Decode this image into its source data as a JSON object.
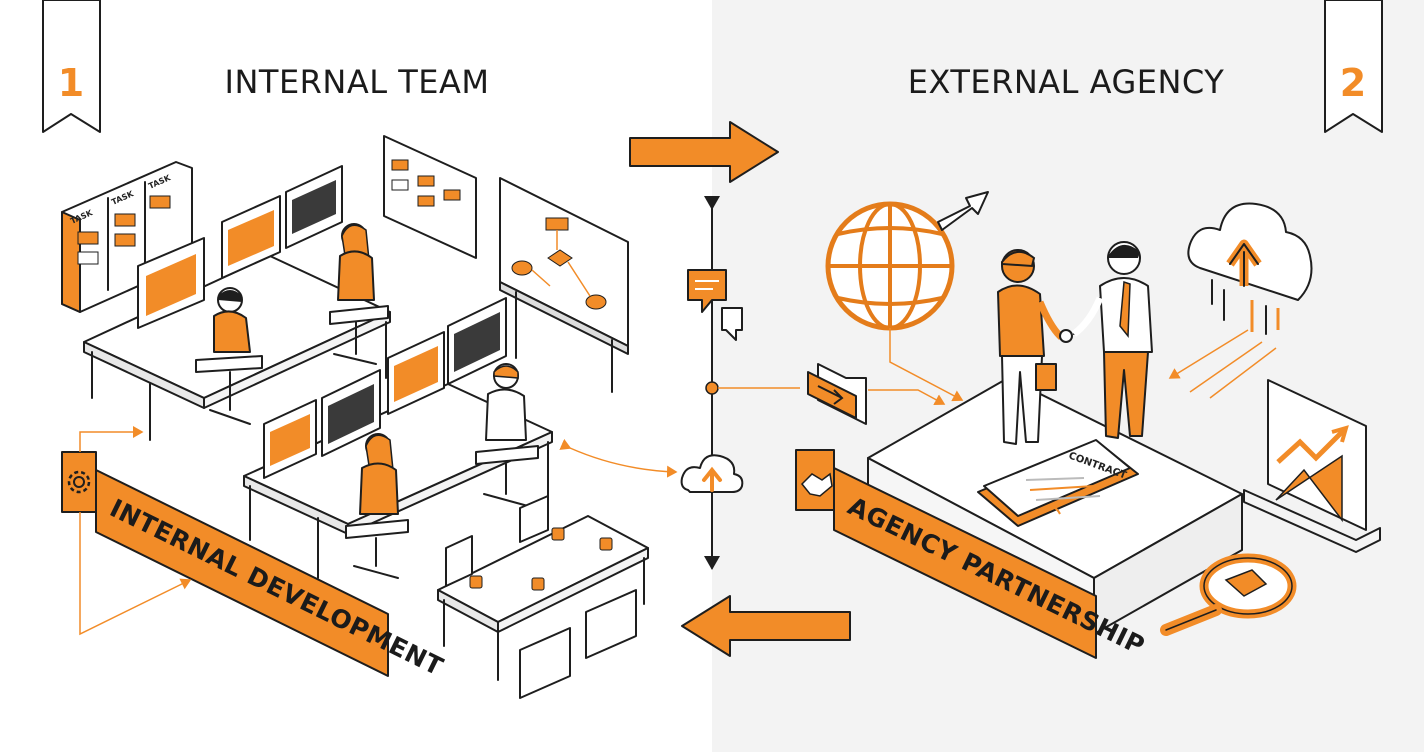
{
  "left": {
    "number": "1",
    "title": "INTERNAL TEAM",
    "banner": "INTERNAL DEVELOPMENT",
    "board_labels": [
      "TASK",
      "TASK",
      "TASK"
    ]
  },
  "right": {
    "number": "2",
    "title": "EXTERNAL AGENCY",
    "banner": "AGENCY PARTNERSHIP",
    "document_label": "CONTRACT"
  },
  "colors": {
    "accent": "#f28c28",
    "ink": "#1e1e1e",
    "right_panel_bg": "#f3f3f3",
    "left_panel_bg": "#ffffff"
  },
  "icons": [
    "gear-icon",
    "handshake-icon",
    "globe-icon",
    "cloud-upload-icon",
    "chat-bubble-icon",
    "folder-transfer-icon",
    "magnifier-icon",
    "growth-chart-icon"
  ]
}
